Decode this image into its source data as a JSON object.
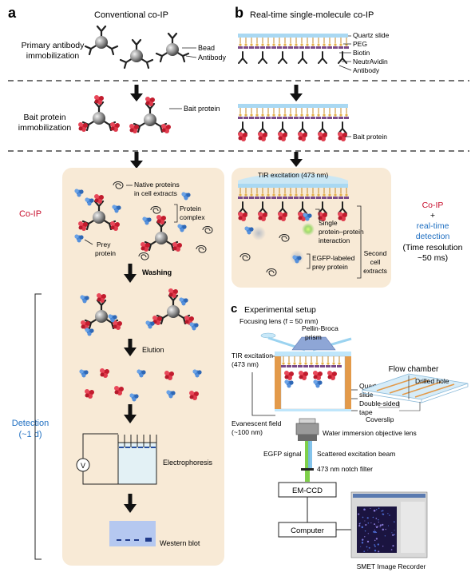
{
  "panels": {
    "a": {
      "letter": "a",
      "title": "Conventional co-IP"
    },
    "b": {
      "letter": "b",
      "title": "Real-time single-molecule co-IP"
    },
    "c": {
      "letter": "c",
      "title": "Experimental setup"
    }
  },
  "steps": {
    "primary": [
      "Primary antibody",
      "immobilization"
    ],
    "bait": [
      "Bait protein",
      "immobilization"
    ],
    "coip": "Co-IP",
    "detection": [
      "Detection",
      "(~1 d)"
    ]
  },
  "labels_a": {
    "bead": "Bead",
    "antibody": "Antibody",
    "bait_protein": "Bait protein",
    "native": [
      "Native proteins",
      "in cell extracts"
    ],
    "complex": [
      "Protein",
      "complex"
    ],
    "prey": [
      "Prey",
      "protein"
    ],
    "washing": "Washing",
    "elution": "Elution",
    "electrophoresis": "Electrophoresis",
    "voltage": "V",
    "western": "Western blot"
  },
  "labels_b": {
    "quartz": "Quartz slide",
    "peg": "PEG",
    "biotin": "Biotin",
    "neutravidin": "NeutrAvidin",
    "antibody": "Antibody",
    "bait_protein": "Bait protein",
    "tir": "TIR excitation (473 nm)",
    "single": [
      "Single",
      "protein–protein",
      "interaction"
    ],
    "egfp": [
      "EGFP-labeled",
      "prey protein"
    ],
    "second": [
      "Second",
      "cell",
      "extracts"
    ]
  },
  "side_note": {
    "coip": "Co-IP",
    "plus": "+",
    "realtime": [
      "real-time",
      "detection"
    ],
    "resolution": [
      "(Time resolution",
      "~50 ms)"
    ]
  },
  "labels_c": {
    "focusing": "Focusing lens (f = 50 mm)",
    "pellin": [
      "Pellin-Broca",
      "prism"
    ],
    "tir": [
      "TIR excitation",
      "(473 nm)"
    ],
    "quartz": [
      "Quartz",
      "slide"
    ],
    "tape": [
      "Double-sided",
      "tape"
    ],
    "coverslip": "Coverslip",
    "evanescent": [
      "Evanescent field",
      "(~100 nm)"
    ],
    "objective": "Water immersion objective lens",
    "egfp_signal": "EGFP signal",
    "scattered": "Scattered excitation beam",
    "notch": "473 nm notch filter",
    "emccd": "EM-CCD",
    "computer": "Computer",
    "flow": "Flow chamber",
    "drilled": "Drilled hole",
    "smet": "SMET Image Recorder"
  },
  "colors": {
    "panel_bg": "#f8ead6",
    "bait": "#d9283a",
    "prey": "#3f7fd0",
    "red_text": "#c8102e",
    "blue_text": "#1f6fc1",
    "tape": "#e39a4a",
    "glow": "#9bd3f0"
  }
}
